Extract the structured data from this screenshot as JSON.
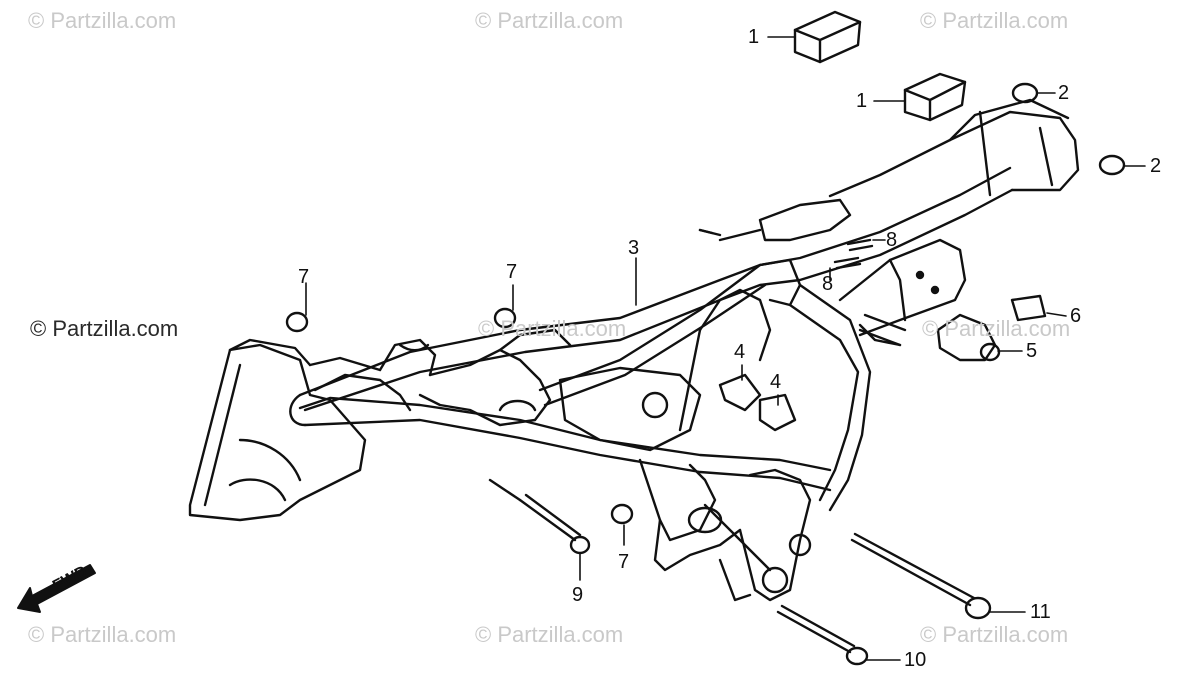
{
  "watermark_text": "© Partzilla.com",
  "fwd_label": "FWD",
  "callouts": [
    "1",
    "1",
    "2",
    "2",
    "3",
    "4",
    "4",
    "5",
    "6",
    "7",
    "7",
    "7",
    "8",
    "8",
    "9",
    "10",
    "11"
  ]
}
